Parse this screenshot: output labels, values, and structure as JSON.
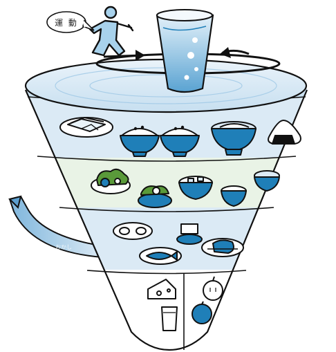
{
  "speech_bubble": {
    "text": "運 動",
    "icon": "runner-icon"
  },
  "top": {
    "icon": "water-glass-icon",
    "rotation_icon": "rotation-arrow-icon"
  },
  "spindle": {
    "tiers": [
      {
        "name": "staple-foods",
        "items": [
          "toast-icon",
          "rice-bowl-icon",
          "rice-bowl-icon",
          "noodle-bowl-icon",
          "onigiri-icon"
        ]
      },
      {
        "name": "side-dishes",
        "items": [
          "salad-plate-icon",
          "vegetable-plate-icon",
          "stew-bowl-icon",
          "small-bowl-icon",
          "soup-bowl-icon"
        ]
      },
      {
        "name": "main-dishes",
        "items": [
          "egg-plate-icon",
          "tofu-icon",
          "fish-plate-icon",
          "meat-plate-icon"
        ]
      },
      {
        "name": "dairy-and-fruit",
        "items": [
          "cheese-icon",
          "milk-glass-icon",
          "apple-icon",
          "orange-icon"
        ]
      }
    ]
  },
  "ribbon": {
    "icon": "snack-ribbon-icon"
  },
  "colors": {
    "outline": "#111111",
    "tier_blue": "#dbeaf5",
    "tier_green": "#e9f3e6",
    "accent_blue": "#1f7fb8",
    "top_gradient": "#9ec8e6"
  }
}
